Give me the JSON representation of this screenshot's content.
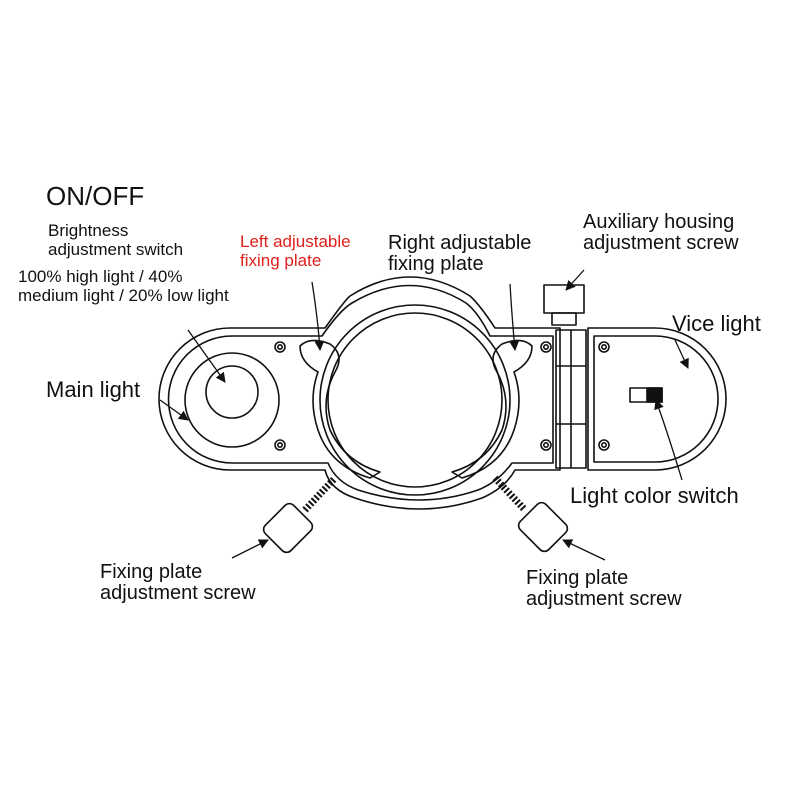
{
  "diagram": {
    "title": "ON/OFF",
    "brightness": [
      "Brightness",
      "adjustment switch"
    ],
    "levels": [
      "100% high light / 40%",
      "medium light / 20% low light"
    ],
    "left_plate": [
      "Left adjustable",
      "fixing plate"
    ],
    "right_plate": [
      "Right adjustable",
      "fixing plate"
    ],
    "aux_screw": [
      "Auxiliary housing",
      "adjustment screw"
    ],
    "vice_light": "Vice light",
    "main_light": "Main light",
    "color_switch": "Light color switch",
    "screw_left": [
      "Fixing plate",
      "adjustment screw"
    ],
    "screw_right": [
      "Fixing plate",
      "adjustment screw"
    ],
    "colors": {
      "ink": "#111111",
      "highlight": "#e0201b"
    }
  }
}
